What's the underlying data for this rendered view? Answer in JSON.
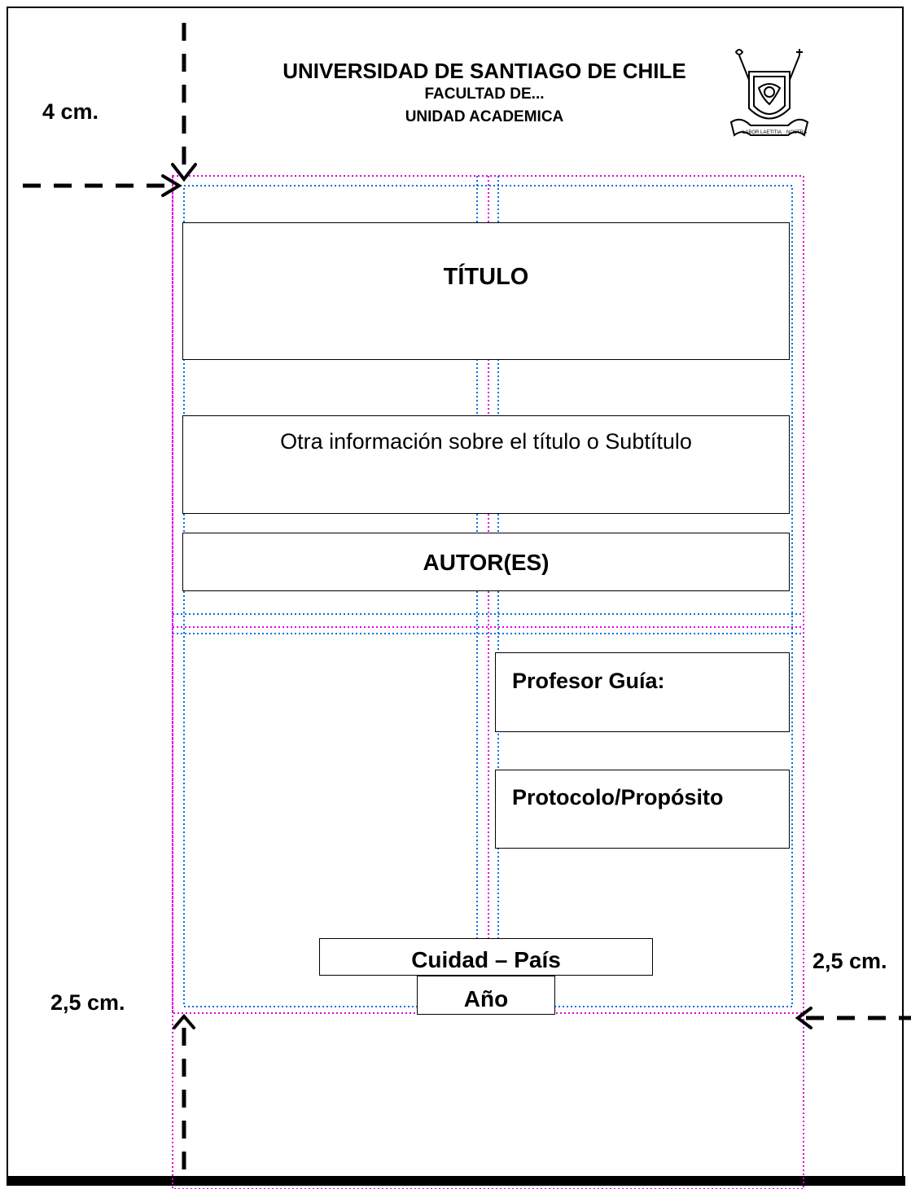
{
  "header": {
    "university": "UNIVERSIDAD DE SANTIAGO DE CHILE",
    "faculty": "FACULTAD DE...",
    "unit": "UNIDAD ACADEMICA",
    "crest_motto": [
      "LABOR",
      "LAETITIA",
      "NOSTRA"
    ]
  },
  "margins": {
    "top": "4 cm.",
    "left": "2,5 cm.",
    "right": "2,5 cm."
  },
  "boxes": {
    "title": "TÍTULO",
    "subtitle": "Otra información sobre el título o Subtítulo",
    "authors": "AUTOR(ES)",
    "advisor": "Profesor Guía:",
    "purpose": "Protocolo/Propósito",
    "city_country": "Cuidad – País",
    "year": "Año"
  },
  "colors": {
    "guide_magenta": "#e000e0",
    "guide_blue": "#0070e0",
    "ink": "#000000"
  }
}
